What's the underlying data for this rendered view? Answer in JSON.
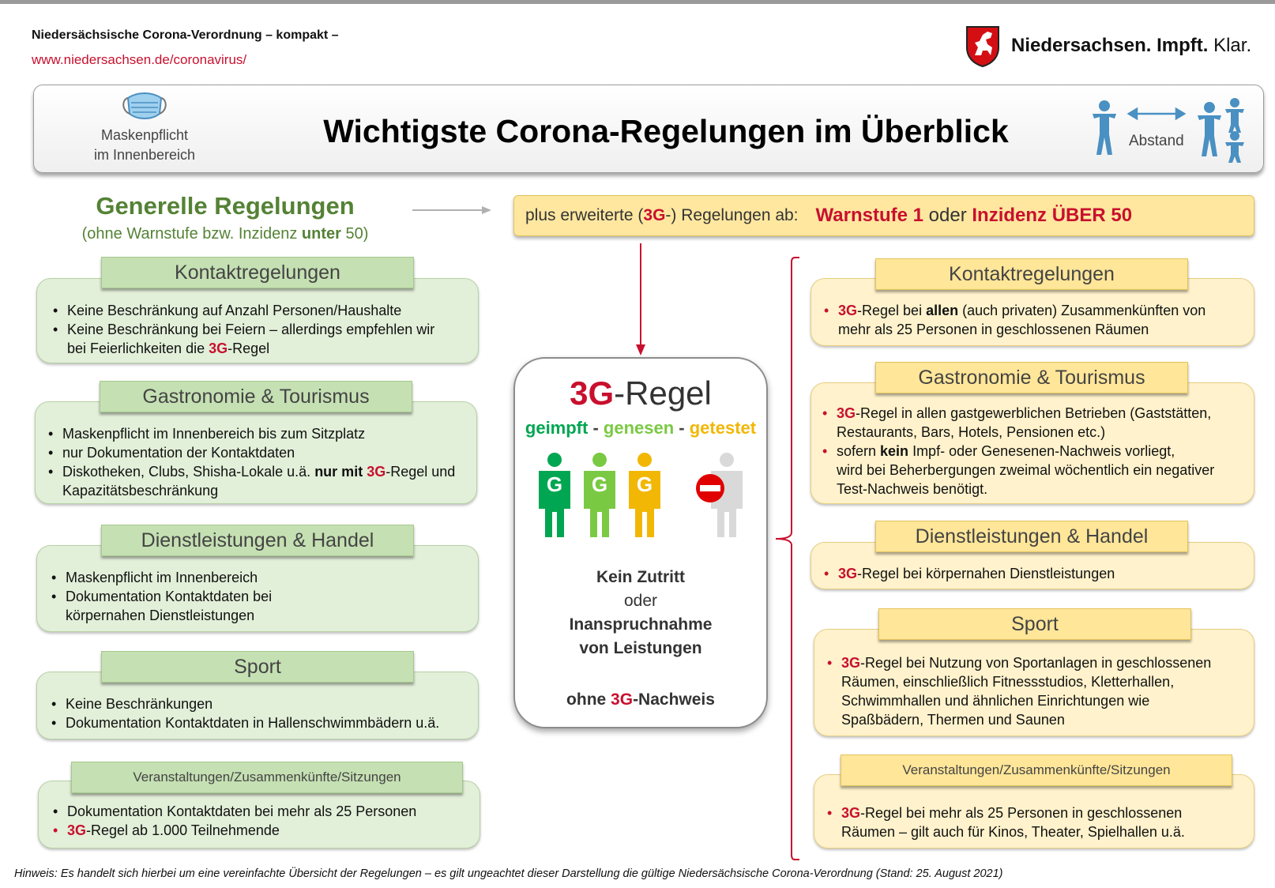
{
  "header": {
    "title": "Niedersächsische Corona-Verordnung – kompakt –",
    "url": "www.niedersachsen.de/coronavirus/",
    "brand_1": "Niedersachsen.",
    "brand_2": "Impft.",
    "brand_3": "Klar."
  },
  "banner": {
    "title": "Wichtigste Corona-Regelungen im Überblick",
    "mask_line1": "Maskenpflicht",
    "mask_line2": "im Innenbereich",
    "distance_label": "Abstand"
  },
  "general": {
    "title": "Generelle Regelungen",
    "sub_pre": "(ohne Warnstufe bzw. Inzidenz ",
    "sub_bold": "unter",
    "sub_post": " 50)"
  },
  "extended": {
    "pre": "plus erweiterte (",
    "three_g": "3G",
    "mid": "-) Regelungen ab:",
    "warn": "Warnstufe 1",
    "oder": "oder",
    "inz": "Inzidenz ÜBER 50"
  },
  "left": {
    "kontakt": {
      "title": "Kontaktregelungen",
      "i1": "Keine Beschränkung auf Anzahl Personen/Haushalte",
      "i2a": "Keine Beschränkung bei Feiern – allerdings empfehlen wir",
      "i2b": "bei Feierlichkeiten die ",
      "i2c": "3G",
      "i2d": "-Regel"
    },
    "gastro": {
      "title": "Gastronomie & Tourismus",
      "i1": "Maskenpflicht im Innenbereich bis zum Sitzplatz",
      "i2": "nur Dokumentation der Kontaktdaten",
      "i3a": "Diskotheken, Clubs, Shisha-Lokale u.ä. ",
      "i3b": "nur mit ",
      "i3c": "3G",
      "i3d": "-Regel und",
      "i3e": "Kapazitätsbeschränkung"
    },
    "dienst": {
      "title": "Dienstleistungen & Handel",
      "i1": "Maskenpflicht im Innenbereich",
      "i2a": "Dokumentation Kontaktdaten bei",
      "i2b": "körpernahen Dienstleistungen"
    },
    "sport": {
      "title": "Sport",
      "i1": "Keine Beschränkungen",
      "i2": "Dokumentation Kontaktdaten in Hallenschwimmbädern u.ä."
    },
    "veranst": {
      "title": "Veranstaltungen/Zusammenkünfte/Sitzungen",
      "i1": "Dokumentation Kontaktdaten bei mehr als 25 Personen",
      "i2a": "3G",
      "i2b": "-Regel ab 1.000 Teilnehmende"
    }
  },
  "center": {
    "three_g": "3G",
    "regel": "-Regel",
    "geimpft": "geimpft",
    "sep": " - ",
    "genesen": "genesen",
    "getestet": "getestet",
    "g_letter": "G",
    "kein": "Kein Zutritt",
    "oder": "oder",
    "inan": "Inanspruchnahme",
    "von": "von Leistungen",
    "ohne_pre": "ohne ",
    "ohne_3g": "3G",
    "ohne_post": "-Nachweis"
  },
  "right": {
    "kontakt": {
      "title": "Kontaktregelungen",
      "a": "3G",
      "b": "-Regel bei ",
      "c": "allen",
      "d": " (auch privaten) Zusammenkünften von",
      "e": "mehr als 25 Personen in geschlossenen Räumen"
    },
    "gastro": {
      "title": "Gastronomie & Tourismus",
      "i1a": "3G",
      "i1b": "-Regel in allen gastgewerblichen Betrieben (Gaststätten,",
      "i1c": "Restaurants, Bars, Hotels, Pensionen etc.)",
      "i2a": "sofern ",
      "i2b": "kein",
      "i2c": " Impf- oder Genesenen-Nachweis vorliegt,",
      "i2d": "wird bei Beherbergungen zweimal wöchentlich ein negativer",
      "i2e": "Test-Nachweis benötigt."
    },
    "dienst": {
      "title": "Dienstleistungen & Handel",
      "a": "3G",
      "b": "-Regel bei körpernahen Dienstleistungen"
    },
    "sport": {
      "title": "Sport",
      "a": "3G",
      "b": "-Regel bei Nutzung von Sportanlagen in geschlossenen",
      "c": "Räumen, einschließlich Fitnessstudios, Kletterhallen,",
      "d": "Schwimmhallen und ähnlichen Einrichtungen wie",
      "e": "Spaßbädern, Thermen und Saunen"
    },
    "veranst": {
      "title": "Veranstaltungen/Zusammenkünfte/Sitzungen",
      "a": "3G",
      "b": "-Regel bei mehr als 25 Personen in geschlossenen",
      "c": "Räumen – gilt auch für Kinos, Theater, Spielhallen u.ä."
    }
  },
  "footnote": "Hinweis: Es handelt sich hierbei um eine vereinfachte Übersicht der Regelungen – es gilt ungeachtet dieser Darstellung die gültige Niedersächsische Corona-Verordnung (Stand: 25. August 2021)",
  "colors": {
    "red": "#c8102e",
    "geimpft": "#00a651",
    "genesen": "#7ac943",
    "getestet": "#f2b705",
    "green_card": "#e2efd9",
    "yellow_card": "#fff2cc"
  }
}
